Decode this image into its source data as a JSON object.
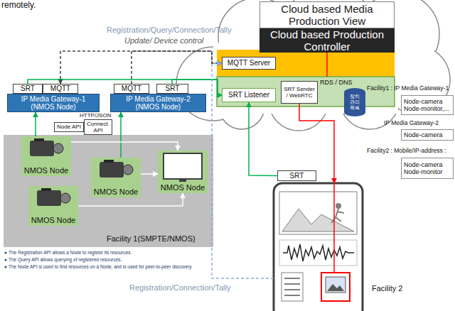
{
  "diagram": {
    "nodes": [
      {
        "text": [
          "Cloud based Media Production View"
        ]
      },
      {
        "text": [
          "Cloud based Production Controller"
        ]
      },
      {
        "text": [
          "MQTT Server"
        ]
      },
      {
        "text": [
          "SRT Listener"
        ]
      },
      {
        "text": [
          "SRT Sender / WebRTC"
        ]
      },
      {
        "text": [
          "RDS / DNS",
          "장치관리목록"
        ]
      },
      {
        "text": [
          "Node-camera Node-monitor,..."
        ]
      },
      {
        "text": [
          "Node-camera"
        ]
      },
      {
        "text": [
          "Node-camera Node-monitor"
        ]
      },
      {
        "text": [
          "SRT"
        ]
      },
      {
        "text": [
          "MQTT"
        ]
      },
      {
        "text": [
          "IP Media Gateway-1",
          "(NMOS Node)"
        ]
      },
      {
        "text": [
          "MQTT"
        ]
      },
      {
        "text": [
          "SRT"
        ]
      },
      {
        "text": [
          "IP Media Gateway-2",
          "(NMOS Node)"
        ]
      },
      {
        "text": [
          "Node API"
        ]
      },
      {
        "text": [
          "Connect. API"
        ]
      },
      {
        "text": [
          "Facility 1(SMPTE/NMOS)"
        ]
      },
      {
        "text": [
          "NMOS Node"
        ],
        "in": 17
      },
      {
        "text": [
          "NMOS Node"
        ],
        "in": 17
      },
      {
        "text": [
          "NMOS Node"
        ],
        "in": 17
      },
      {
        "text": [
          "NMOS Node"
        ],
        "in": 17
      },
      {
        "text": [
          "SRT"
        ]
      },
      {
        "text": [
          "Facility 2"
        ]
      }
    ],
    "edges": [
      {
        "from": 10,
        "to": 2,
        "arrow": "both"
      },
      {
        "from": 12,
        "to": 2,
        "arrow": "to"
      },
      {
        "from": 9,
        "to": 3,
        "arrow": "to"
      },
      {
        "from": 13,
        "to": 3,
        "arrow": "to"
      },
      {
        "from": 22,
        "to": 3,
        "arrow": "to"
      },
      {
        "from": 23,
        "to": 2,
        "arrow": "to"
      },
      {
        "from": 4,
        "to": 23,
        "arrow": "to"
      },
      {
        "from": 18,
        "to": 11,
        "arrow": "to"
      },
      {
        "from": 20,
        "to": 14,
        "arrow": "to"
      },
      {
        "from": 18,
        "to": 21,
        "arrow": "to"
      },
      {
        "from": 20,
        "to": 21,
        "arrow": "to"
      },
      {
        "from": 19,
        "to": 21,
        "arrow": "to"
      }
    ],
    "labels": [
      "remotely.",
      "Registration/Query/Connection/Tally",
      "Update/ Device control",
      "HTTP/JSON",
      "Facility1 : IP Media Gateway-1",
      "IP Media Gateway-2",
      "Facility2 : Mobile/IP-address :",
      "Registration/Connection/Tally",
      "The Registration API allows a Node to register its resources.",
      "The Query API allows querying of registered resources.",
      "The Node API is used to find resources on a Node, and is used for peer-to-peer discovery"
    ]
  }
}
